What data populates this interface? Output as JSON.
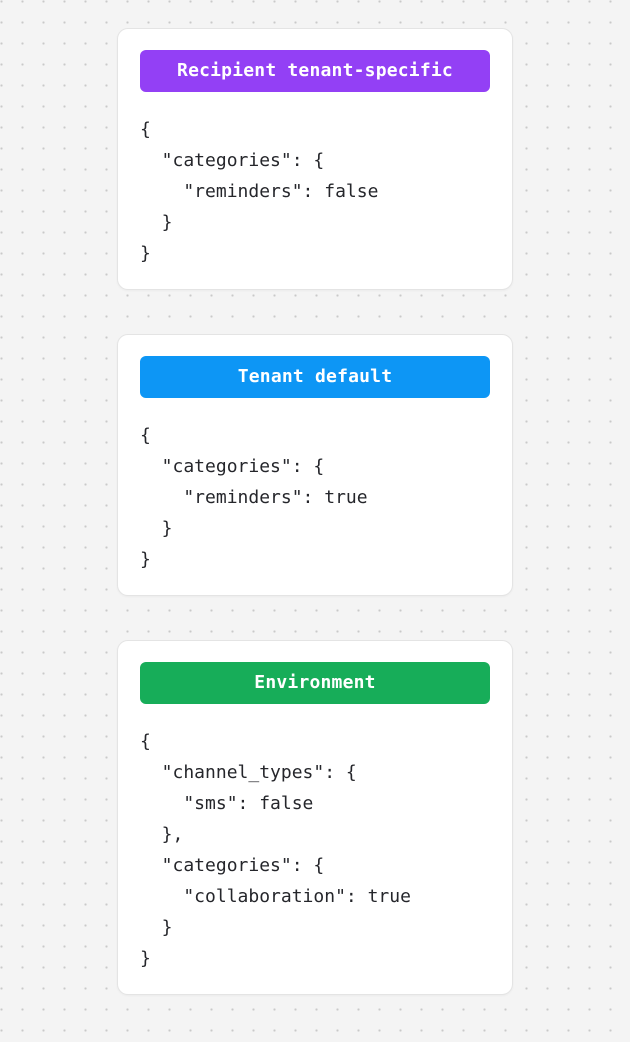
{
  "background": {
    "color": "#f4f4f4",
    "dot_color": "#c9c9c9",
    "pattern": "dot-grid"
  },
  "cards": [
    {
      "badge_label": "Recipient tenant-specific",
      "badge_color": "#9340f5",
      "code": "{\n  \"categories\": {\n    \"reminders\": false\n  }\n}"
    },
    {
      "badge_label": "Tenant default",
      "badge_color": "#0d96f5",
      "code": "{\n  \"categories\": {\n    \"reminders\": true\n  }\n}"
    },
    {
      "badge_label": "Environment",
      "badge_color": "#17ad59",
      "code": "{\n  \"channel_types\": {\n    \"sms\": false\n  },\n  \"categories\": {\n    \"collaboration\": true\n  }\n}"
    }
  ]
}
